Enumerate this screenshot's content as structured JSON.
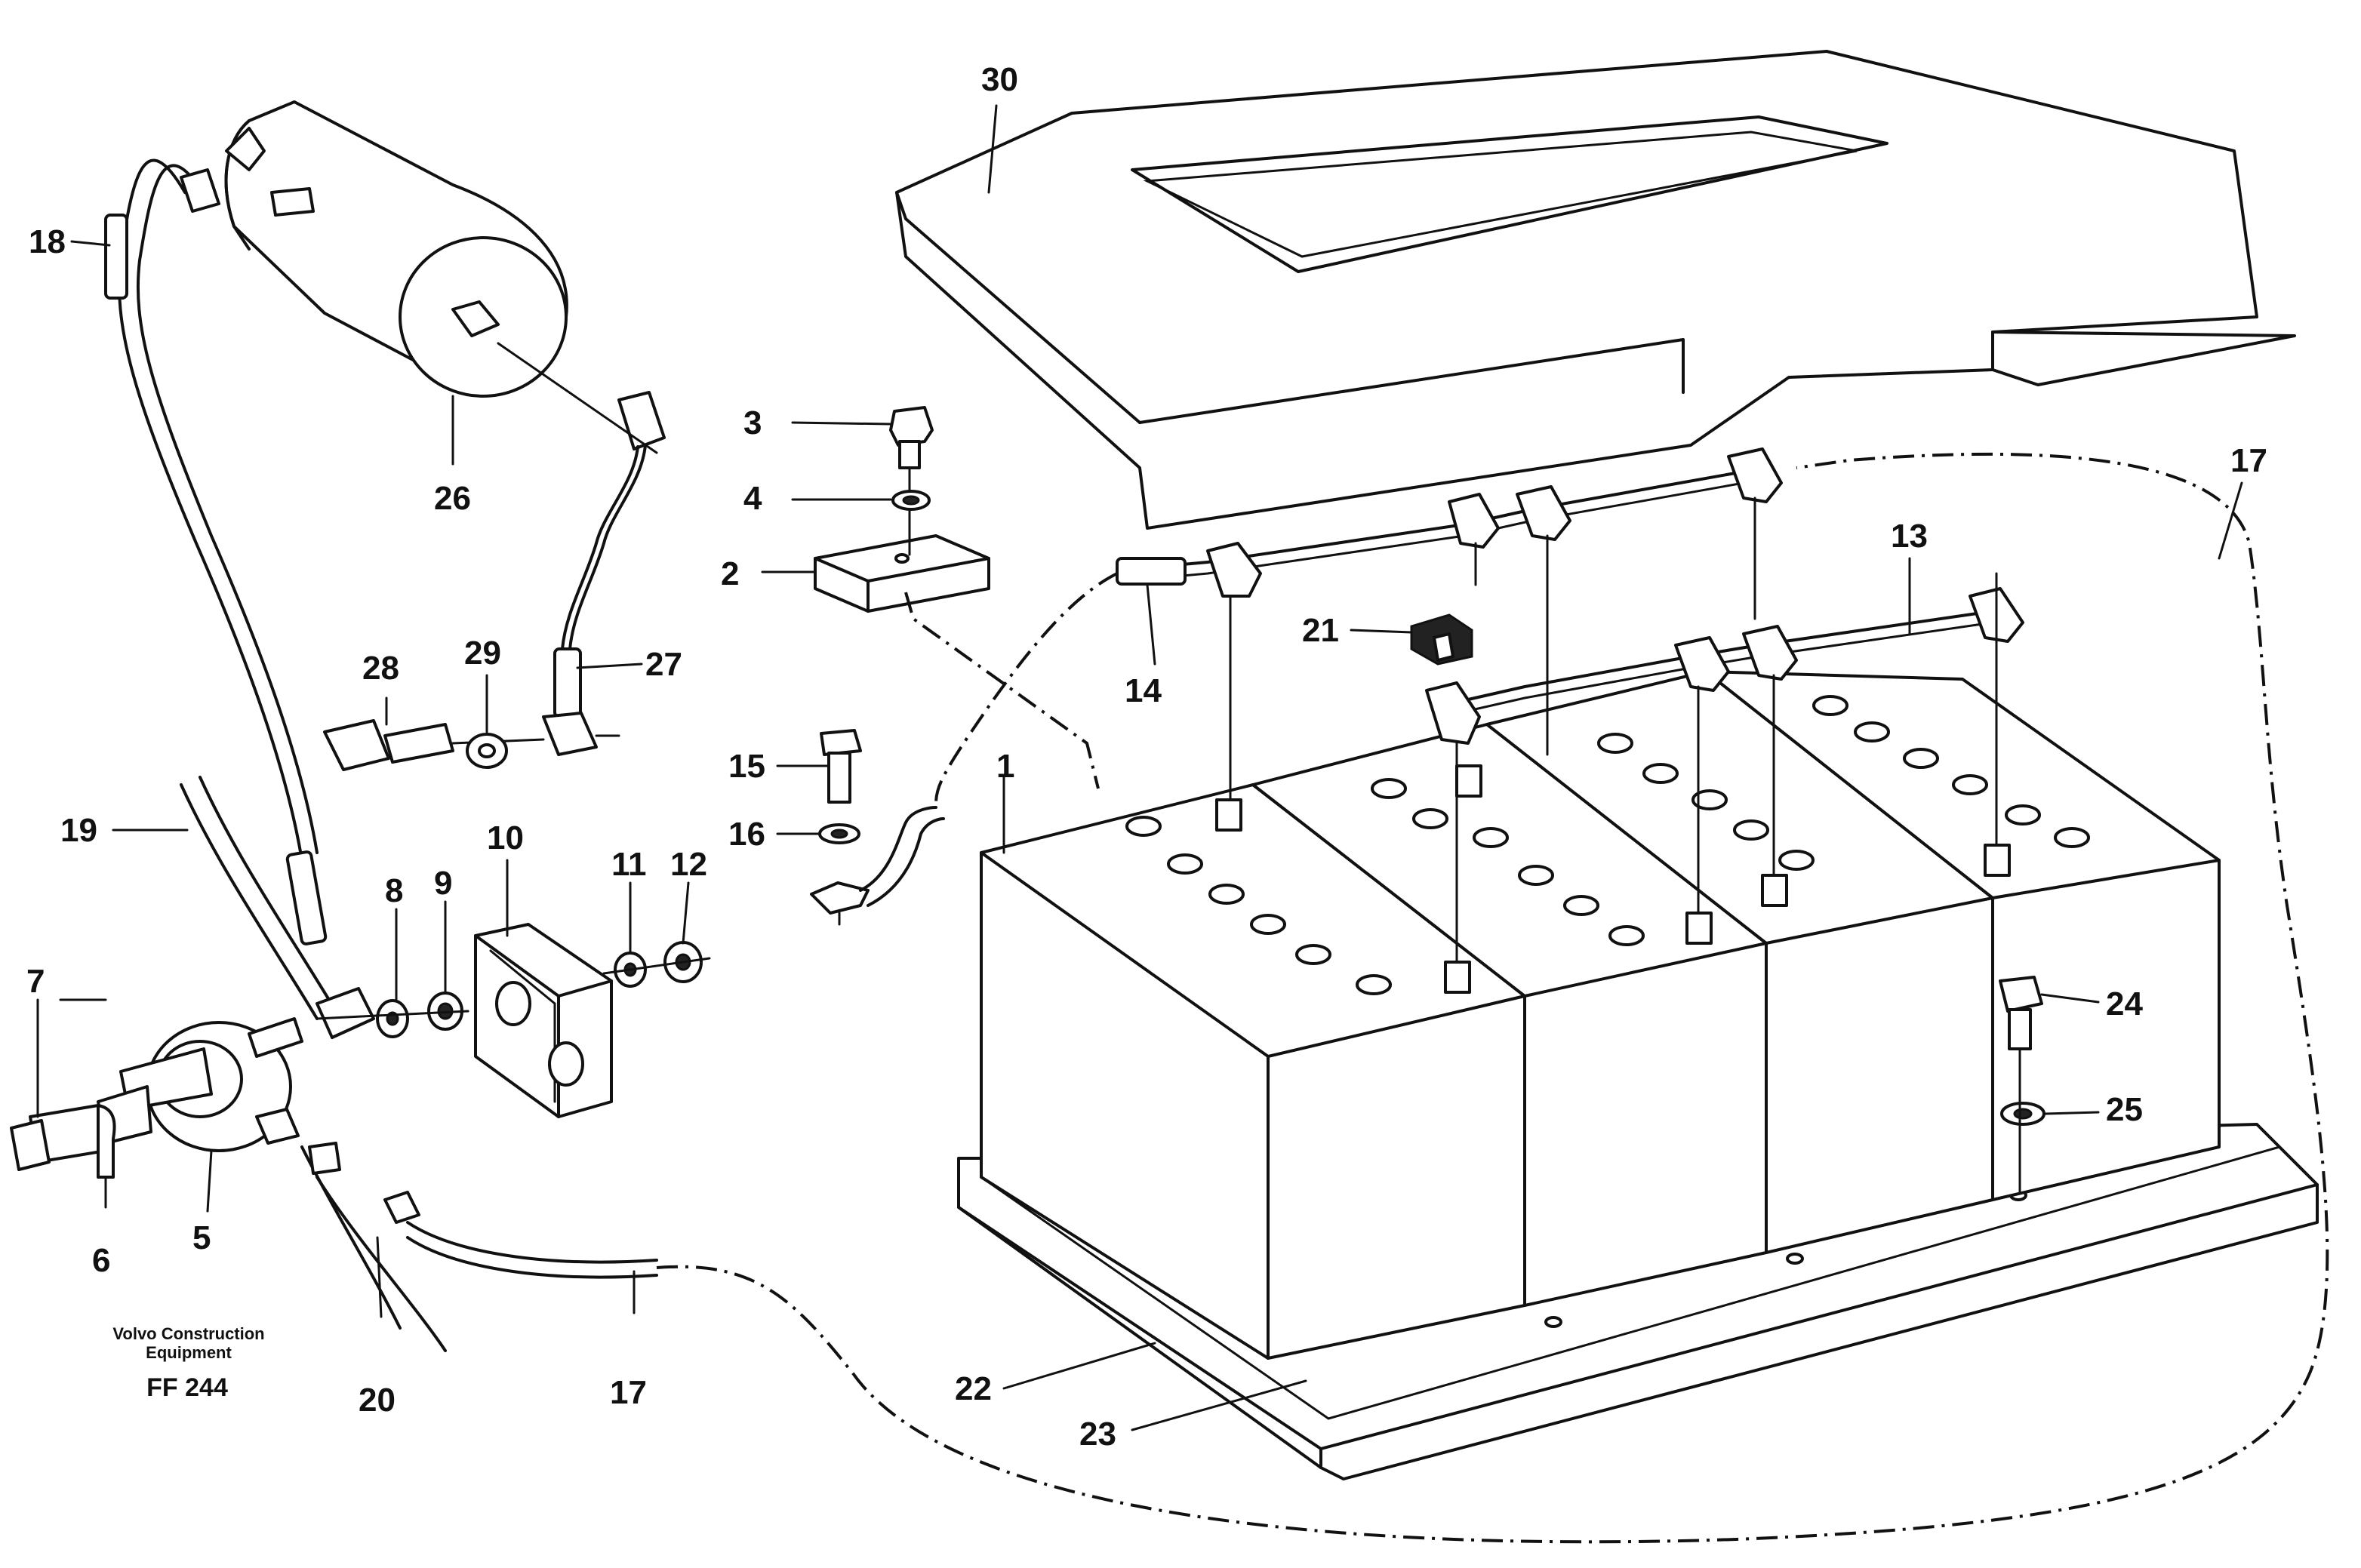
{
  "caption": {
    "line1": "Volvo Construction",
    "line2": "Equipment",
    "code": "FF 244"
  },
  "callouts": [
    {
      "id": "c1",
      "text": "1"
    },
    {
      "id": "c2",
      "text": "2"
    },
    {
      "id": "c3",
      "text": "3"
    },
    {
      "id": "c4",
      "text": "4"
    },
    {
      "id": "c5",
      "text": "5"
    },
    {
      "id": "c6",
      "text": "6"
    },
    {
      "id": "c7",
      "text": "7"
    },
    {
      "id": "c8",
      "text": "8"
    },
    {
      "id": "c9",
      "text": "9"
    },
    {
      "id": "c10",
      "text": "10"
    },
    {
      "id": "c11",
      "text": "11"
    },
    {
      "id": "c12",
      "text": "12"
    },
    {
      "id": "c13",
      "text": "13"
    },
    {
      "id": "c14",
      "text": "14"
    },
    {
      "id": "c15",
      "text": "15"
    },
    {
      "id": "c16",
      "text": "16"
    },
    {
      "id": "c17a",
      "text": "17"
    },
    {
      "id": "c17b",
      "text": "17"
    },
    {
      "id": "c18",
      "text": "18"
    },
    {
      "id": "c19",
      "text": "19"
    },
    {
      "id": "c20",
      "text": "20"
    },
    {
      "id": "c21",
      "text": "21"
    },
    {
      "id": "c22",
      "text": "22"
    },
    {
      "id": "c23",
      "text": "23"
    },
    {
      "id": "c24",
      "text": "24"
    },
    {
      "id": "c25",
      "text": "25"
    },
    {
      "id": "c26",
      "text": "26"
    },
    {
      "id": "c27",
      "text": "27"
    },
    {
      "id": "c28",
      "text": "28"
    },
    {
      "id": "c29",
      "text": "29"
    },
    {
      "id": "c30",
      "text": "30"
    }
  ]
}
